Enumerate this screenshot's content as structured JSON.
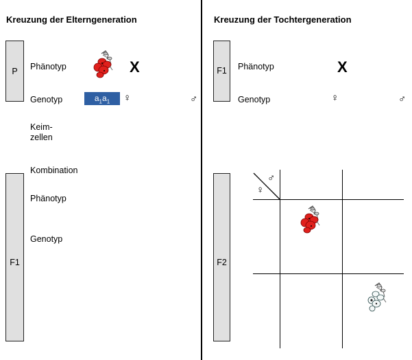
{
  "left": {
    "title": "Kreuzung der Elterngeneration",
    "bar_p": "P",
    "bar_f1": "F1",
    "phaenotyp1": "Phänotyp",
    "genotyp1": "Genotyp",
    "keimzellen_line1": "Keim-",
    "keimzellen_line2": "zellen",
    "kombination": "Kombination",
    "phaenotyp2": "Phänotyp",
    "genotyp2": "Genotyp",
    "cross": "X",
    "female": "♀",
    "male": "♂",
    "genotype_box": {
      "a": "a",
      "sub1": "1",
      "a2": "a",
      "sub2": "1"
    }
  },
  "right": {
    "title": "Kreuzung der Tochtergeneration",
    "bar_f1": "F1",
    "bar_f2": "F2",
    "phaenotyp": "Phänotyp",
    "genotyp": "Genotyp",
    "cross": "X",
    "female": "♀",
    "male": "♂",
    "grid_male": "♂",
    "grid_female": "♀"
  },
  "colors": {
    "flower_red": "#e0201c",
    "flower_white": "#f4f8f8",
    "genotype_box": "#2e5fa3",
    "bar_fill": "#e0e0e0"
  }
}
